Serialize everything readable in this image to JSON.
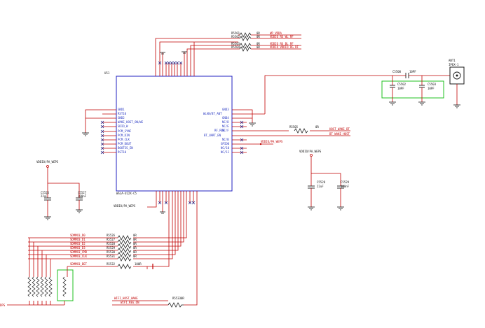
{
  "chip": {
    "ref": "U51",
    "part": "WSLA-U22X-C5",
    "left_pins": [
      "GND1",
      "RST10",
      "GND2",
      "WAKE_HOST_ON/WE",
      "SDIO_W",
      "PCM_SYNC",
      "PCM_DIN",
      "PCM_CLK",
      "PCM_DOUT",
      "BOOTSS_EN",
      "RST10"
    ],
    "right_pins": [
      "GND3",
      "WLAN/BT_ANT",
      "GND4",
      "NC/D",
      "NC/E",
      "NC/F",
      "RF_REG",
      "BT_UART_EN",
      "NC/B",
      "GPIO0",
      "NC/10",
      "NC/11"
    ]
  },
  "power_net": "VDDIO/PA_WEPS",
  "top_nets": [
    {
      "ref": "R5501",
      "value": "0R",
      "label": "WP_VDDA"
    },
    {
      "ref": "R5502",
      "value": "0R",
      "label": "VDDIO_RG_WL_RF"
    },
    {
      "ref": "R5503",
      "value": "0R",
      "label": "VDDIO_RG_BL_RF"
    },
    {
      "ref": "R5504",
      "value": "0R",
      "label": "VDDIO_VDDIO_RG_RF"
    }
  ],
  "right_nets": [
    {
      "ref": "R5505",
      "value": "0R",
      "label": "HOST_WAKE_BT"
    },
    {
      "ref": "",
      "value": "",
      "label": "BT_WAKE_HOST"
    }
  ],
  "antenna": {
    "ref": "ANT1",
    "part": "IPEX-1",
    "match_parts": [
      {
        "ref": "C5500",
        "value": "10PF"
      },
      {
        "ref": "C5502",
        "value": "10PF"
      },
      {
        "ref": "C5503",
        "value": "10PF"
      }
    ]
  },
  "decoupling_left": [
    {
      "ref": "C5526",
      "value": "22uF"
    },
    {
      "ref": "C5527",
      "value": "100nF"
    }
  ],
  "decoupling_right": [
    {
      "ref": "C5528",
      "value": "22uF"
    },
    {
      "ref": "C5529",
      "value": "100nF"
    }
  ],
  "sdio_nets": [
    {
      "ref": "R5526",
      "value": "0R",
      "label": "SDMMC0_D0"
    },
    {
      "ref": "R5527",
      "value": "0R",
      "label": "SDMMC0_D1"
    },
    {
      "ref": "R5528",
      "value": "0R",
      "label": "SDMMC0_D2"
    },
    {
      "ref": "R5529",
      "value": "0R",
      "label": "SDMMC0_D3"
    },
    {
      "ref": "R5530",
      "value": "0R",
      "label": "SDMMC0_CMD"
    },
    {
      "ref": "R5531",
      "value": "0R",
      "label": "SDMMC0_CLK"
    }
  ],
  "reset_net": {
    "ref": "R5532",
    "value": "100R",
    "label": "SDMMC0_DET"
  },
  "bottom_net": {
    "ref": "R5533",
    "value": "0R",
    "label_a": "WIFI_HOST_WAKE",
    "label_b": "WIFI_REG_ON"
  },
  "left_edge_label": "DPS"
}
